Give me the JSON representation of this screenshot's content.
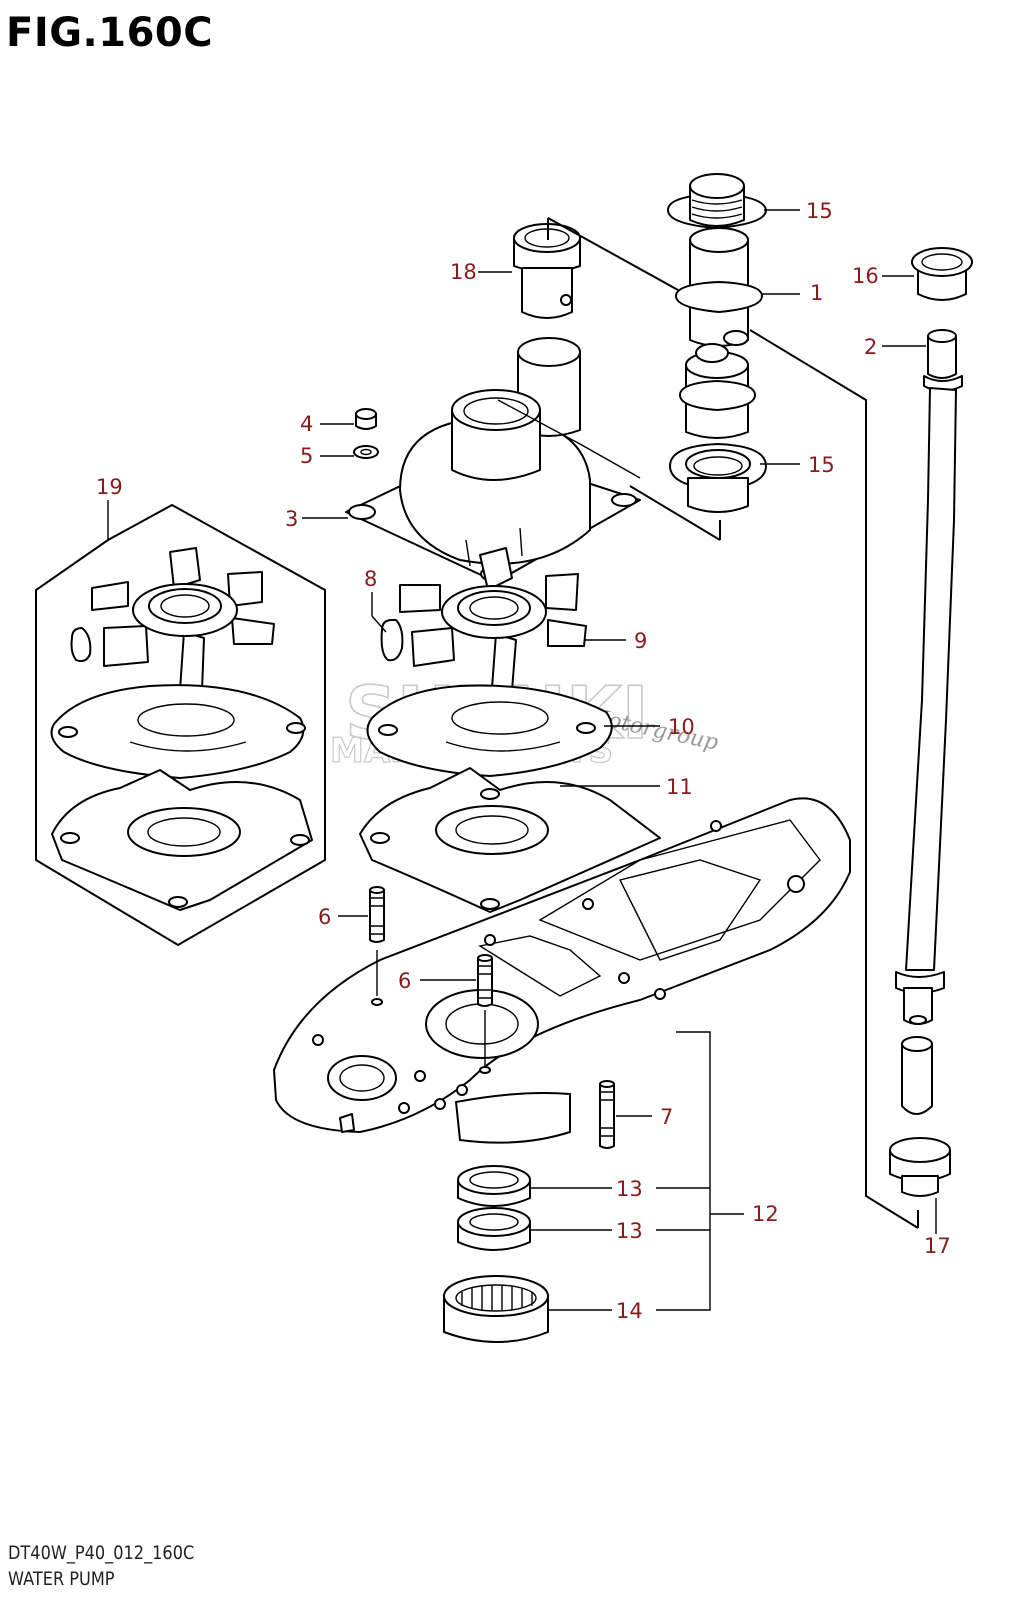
{
  "figure": {
    "title": "FIG.160C"
  },
  "footer": {
    "code": "DT40W_P40_012_160C",
    "name": "WATER PUMP"
  },
  "watermark": {
    "brand": "SUZUKI",
    "subtitle": "MARINE PARTS",
    "script": "Motorgroup"
  },
  "callouts": [
    {
      "id": "c15a",
      "label": "15"
    },
    {
      "id": "c1",
      "label": "1"
    },
    {
      "id": "c18",
      "label": "18"
    },
    {
      "id": "c16",
      "label": "16"
    },
    {
      "id": "c2",
      "label": "2"
    },
    {
      "id": "c4",
      "label": "4"
    },
    {
      "id": "c5",
      "label": "5"
    },
    {
      "id": "c15b",
      "label": "15"
    },
    {
      "id": "c3",
      "label": "3"
    },
    {
      "id": "c19",
      "label": "19"
    },
    {
      "id": "c8",
      "label": "8"
    },
    {
      "id": "c9",
      "label": "9"
    },
    {
      "id": "c10",
      "label": "10"
    },
    {
      "id": "c11",
      "label": "11"
    },
    {
      "id": "c6a",
      "label": "6"
    },
    {
      "id": "c6b",
      "label": "6"
    },
    {
      "id": "c7",
      "label": "7"
    },
    {
      "id": "c13a",
      "label": "13"
    },
    {
      "id": "c12",
      "label": "12"
    },
    {
      "id": "c17",
      "label": "17"
    },
    {
      "id": "c13b",
      "label": "13"
    },
    {
      "id": "c14",
      "label": "14"
    }
  ],
  "colors": {
    "callout": "#8b1a1a",
    "line": "#000000",
    "watermark": "#c9c9c9"
  }
}
